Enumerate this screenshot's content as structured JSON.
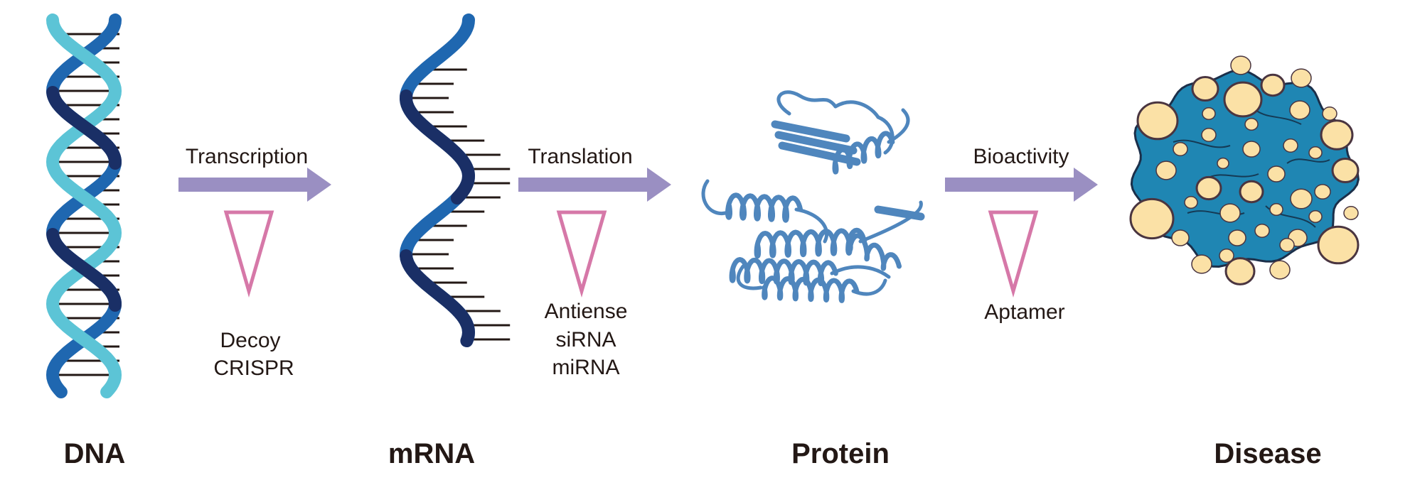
{
  "stages": [
    {
      "id": "dna",
      "label": "DNA"
    },
    {
      "id": "mrna",
      "label": "mRNA"
    },
    {
      "id": "protein",
      "label": "Protein"
    },
    {
      "id": "disease",
      "label": "Disease"
    }
  ],
  "steps": [
    {
      "id": "transcription",
      "label": "Transcription",
      "inhibitors": [
        "Decoy",
        "CRISPR"
      ]
    },
    {
      "id": "translation",
      "label": "Translation",
      "inhibitors": [
        "Antiense",
        "siRNA",
        "miRNA"
      ]
    },
    {
      "id": "bioactivity",
      "label": "Bioactivity",
      "inhibitors": [
        "Aptamer"
      ]
    }
  ],
  "colors": {
    "arrow": "#9a8fc2",
    "inhibitor_triangle": "#d678a8",
    "text": "#231815",
    "dna_strand_dark": "#1a2f66",
    "dna_strand_blue": "#1f67b0",
    "dna_strand_light": "#5cc4d6",
    "protein": "#4f86bd",
    "cell_body": "#1f86b3",
    "cell_blebs": "#fbe1a6"
  },
  "icons": {
    "dna": "dna-double-helix-icon",
    "mrna": "mrna-single-strand-icon",
    "protein": "protein-ribbon-structure-icon",
    "disease": "diseased-cell-icon"
  }
}
